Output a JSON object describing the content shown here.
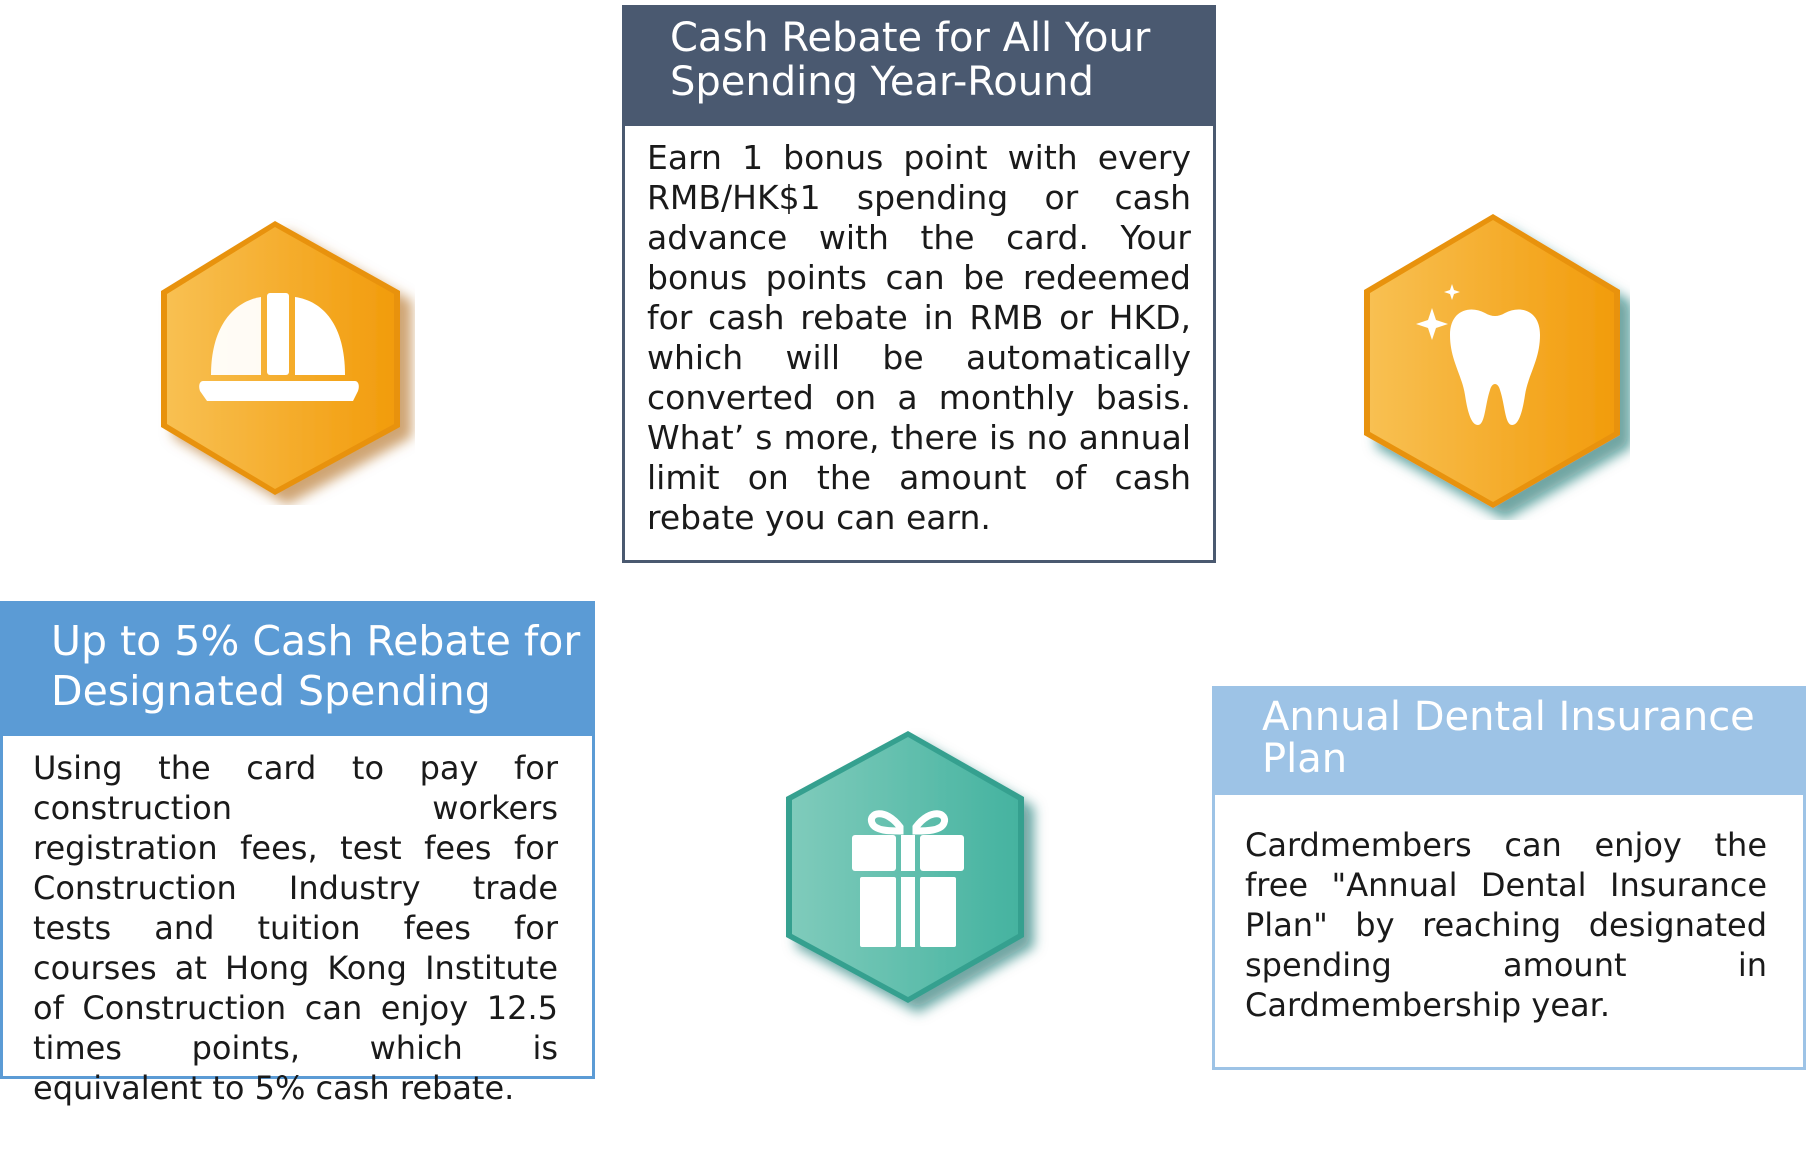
{
  "cards": {
    "cash_rebate": {
      "title": "Cash Rebate for All Your Spending Year-Round",
      "body": "Earn 1 bonus point with every RMB/HK$1 spending or cash advance with the card. Your bonus points can be redeemed for cash rebate in RMB or HKD, which will be automatically converted on a monthly basis. What’ s more, there is no annual limit on the amount of cash rebate you can earn."
    },
    "designated": {
      "title": "Up to 5% Cash Rebate for Designated Spending",
      "body": "Using the card to pay for construction workers registration fees, test fees for Construction Industry trade tests and tuition fees for courses at Hong Kong Institute of Construction can enjoy 12.5 times points, which is equivalent to 5% cash rebate."
    },
    "dental": {
      "title": "Annual Dental Insurance Plan",
      "body": "Cardmembers can enjoy the free \"Annual Dental Insurance Plan\" by reaching designated spending amount in Cardmembership year."
    }
  },
  "icons": {
    "helmet": "hard-hat-icon",
    "tooth": "tooth-icon",
    "gift": "gift-icon"
  },
  "colors": {
    "navy_header": "#4a5970",
    "blue_header": "#5b9bd5",
    "light_blue_header": "#9dc3e6",
    "orange_hex": "#f5a623",
    "teal_hex": "#4dbba6"
  }
}
